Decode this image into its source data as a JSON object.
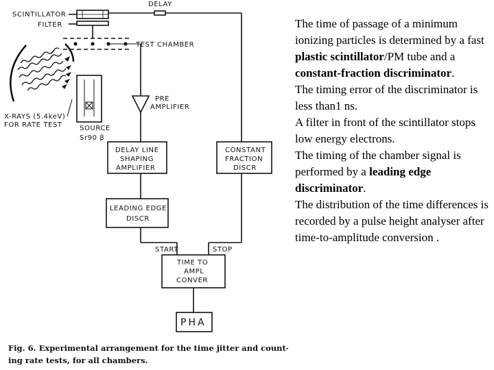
{
  "diagram": {
    "scintillator": "SCINTILLATOR",
    "filter": "FILTER",
    "delay": "DELAY",
    "test_chamber": "TEST CHAMBER",
    "xray_line1": "X-RAYS (5.4keV)",
    "xray_line2": "FOR RATE TEST",
    "source_line1": "SOURCE",
    "source_line2": "Sr90 β",
    "preamp_line1": "PRE",
    "preamp_line2": "AMPLIFIER",
    "delay_amp_line1": "DELAY LINE",
    "delay_amp_line2": "SHAPING",
    "delay_amp_line3": "AMPLIFIER",
    "cfd_line1": "CONSTANT",
    "cfd_line2": "FRACTION",
    "cfd_line3": "DISCR",
    "led_line1": "LEADING EDGE",
    "led_line2": "DISCR",
    "start": "START",
    "stop": "STOP",
    "tac_line1": "TIME TO",
    "tac_line2": "AMPL",
    "tac_line3": "CONVER",
    "pha": "PHA",
    "caption_line1": "Fig. 6. Experimental arrangement for the time jitter and count-",
    "caption_line2": "ing rate tests, for all chambers."
  },
  "notes": {
    "p1_a": "The time of passage of a minimum ionizing particles is determined by a fast ",
    "p1_b": "plastic scintillator",
    "p1_c": "/PM tube and a ",
    "p1_d": "constant-fraction discriminator",
    "p1_e": ".",
    "p2": "The timing error of the discriminator is less than1 ns.",
    "p3": "A filter in front of the scintillator stops low energy electrons.",
    "p4_a": "The timing of the chamber signal is performed by a ",
    "p4_b": "leading edge discriminator",
    "p4_c": ".",
    "p5": "The distribution of the time differences is recorded by a pulse height analyser after time-to-amplitude conversion ."
  }
}
